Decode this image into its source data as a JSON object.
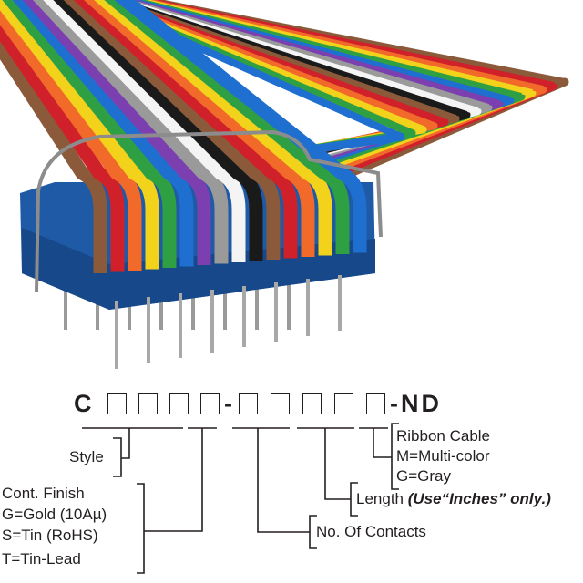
{
  "part_number": {
    "prefix": "C",
    "dash": "-",
    "suffix": "-ND"
  },
  "labels": {
    "style": "Style",
    "finish": [
      "Cont. Finish",
      "G=Gold (10Aµ)",
      "S=Tin (RoHS)",
      "T=Tin-Lead"
    ],
    "contacts": "No. Of Contacts",
    "length": "Length",
    "length_note": "(Use“Inches” only.)",
    "ribbon": [
      "Ribbon Cable",
      "M=Multi-color",
      "G=Gray"
    ]
  },
  "colors": {
    "connector": "#1f5aa6",
    "wires": [
      "#8a5a3a",
      "#d0202a",
      "#f26a2a",
      "#f2d21a",
      "#2ea043",
      "#1e6fd0",
      "#7b3fb0",
      "#9a9a9a",
      "#f4f4f4",
      "#1a1a1a",
      "#8a5a3a",
      "#d0202a",
      "#f26a2a",
      "#f2d21a",
      "#2ea043",
      "#1e6fd0"
    ]
  }
}
